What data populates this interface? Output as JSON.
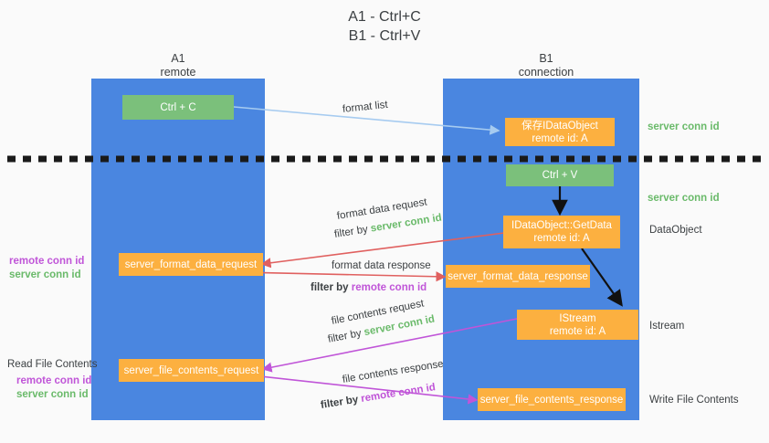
{
  "title": {
    "line1": "A1 - Ctrl+C",
    "line2": "B1 - Ctrl+V"
  },
  "colors": {
    "background": "#fafafa",
    "lane": "#4a86e0",
    "box_green": "#7bc07b",
    "box_orange": "#fcb040",
    "arrow_blue": "#a6cbf0",
    "arrow_red": "#e0605f",
    "arrow_magenta": "#c055d8",
    "arrow_black": "#000000",
    "text_dark": "#3c4043",
    "server_conn_id": "#6aba6a",
    "remote_conn_id": "#c055d8",
    "divider": "#1a1a1a"
  },
  "columns": [
    {
      "name": "A1",
      "sub": "remote"
    },
    {
      "name": "B1",
      "sub": "connection"
    }
  ],
  "boxes": {
    "ctrl_c": {
      "line1": "Ctrl + C",
      "line2": ""
    },
    "save_idataobject": {
      "line1": "保存IDataObject",
      "line2": "remote id: A"
    },
    "ctrl_v": {
      "line1": "Ctrl + V",
      "line2": ""
    },
    "getdata": {
      "line1": "IDataObject::GetData",
      "line2": "remote id: A"
    },
    "istream": {
      "line1": "IStream",
      "line2": "remote id: A"
    },
    "format_data_request": {
      "line1": "server_format_data_request",
      "line2": ""
    },
    "format_data_response": {
      "line1": "server_format_data_response",
      "line2": ""
    },
    "file_contents_request": {
      "line1": "server_file_contents_request",
      "line2": ""
    },
    "file_contents_response": {
      "line1": "server_file_contents_response",
      "line2": ""
    }
  },
  "edge_labels": {
    "format_list": "format list",
    "format_data_request": "format data request",
    "format_data_response": "format data response",
    "file_contents_request": "file contents request",
    "file_contents_response": "file contents response",
    "filter_by": "filter by ",
    "server_conn_id": "server conn id",
    "remote_conn_id": "remote conn id"
  },
  "right_labels": {
    "server_conn_id_top": "server conn id",
    "server_conn_id_mid": "server conn id",
    "dataobject": "DataObject",
    "istream": "Istream",
    "write_file_contents": "Write File Contents"
  },
  "left_labels": {
    "remote_conn_id_1": "remote conn id",
    "server_conn_id_1": "server conn id",
    "read_file_contents": "Read File Contents",
    "remote_conn_id_2": "remote conn id",
    "server_conn_id_2": "server conn id"
  }
}
